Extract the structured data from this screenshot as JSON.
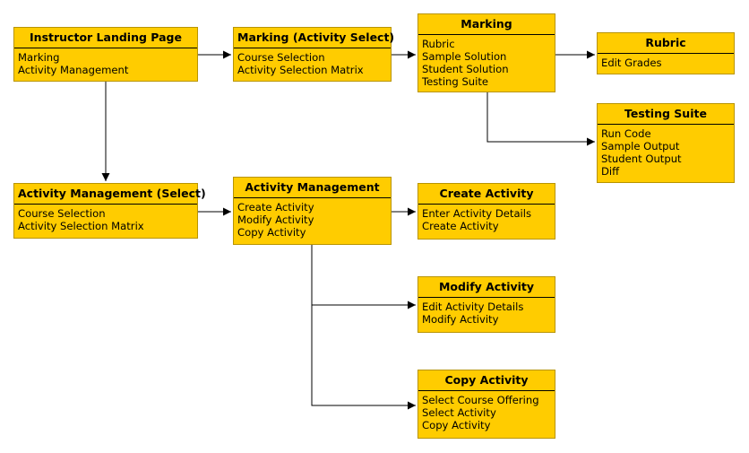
{
  "nodes": [
    {
      "id": "landing",
      "title": "Instructor Landing Page",
      "items": [
        "Marking",
        "Activity Management"
      ]
    },
    {
      "id": "marking_select",
      "title": "Marking (Activity Select)",
      "items": [
        "Course Selection",
        "Activity Selection Matrix"
      ]
    },
    {
      "id": "marking",
      "title": "Marking",
      "items": [
        "Rubric",
        "Sample Solution",
        "Student Solution",
        "Testing Suite"
      ]
    },
    {
      "id": "rubric",
      "title": "Rubric",
      "items": [
        "Edit Grades"
      ]
    },
    {
      "id": "testing_suite",
      "title": "Testing Suite",
      "items": [
        "Run Code",
        "Sample Output",
        "Student Output",
        "Diff"
      ]
    },
    {
      "id": "am_select",
      "title": "Activity Management (Select)",
      "items": [
        "Course Selection",
        "Activity Selection Matrix"
      ]
    },
    {
      "id": "activity_mgmt",
      "title": "Activity Management",
      "items": [
        "Create Activity",
        "Modify Activity",
        "Copy Activity"
      ]
    },
    {
      "id": "create_activity",
      "title": "Create Activity",
      "items": [
        "Enter Activity Details",
        "Create Activity"
      ]
    },
    {
      "id": "modify_activity",
      "title": "Modify Activity",
      "items": [
        "Edit Activity Details",
        "Modify Activity"
      ]
    },
    {
      "id": "copy_activity",
      "title": "Copy Activity",
      "items": [
        "Select Course Offering",
        "Select Activity",
        "Copy Activity"
      ]
    }
  ],
  "edges": [
    {
      "from": "landing",
      "to": "marking_select"
    },
    {
      "from": "marking_select",
      "to": "marking"
    },
    {
      "from": "marking",
      "to": "rubric"
    },
    {
      "from": "marking",
      "to": "testing_suite"
    },
    {
      "from": "landing",
      "to": "am_select"
    },
    {
      "from": "am_select",
      "to": "activity_mgmt"
    },
    {
      "from": "activity_mgmt",
      "to": "create_activity"
    },
    {
      "from": "activity_mgmt",
      "to": "modify_activity"
    },
    {
      "from": "activity_mgmt",
      "to": "copy_activity"
    }
  ]
}
